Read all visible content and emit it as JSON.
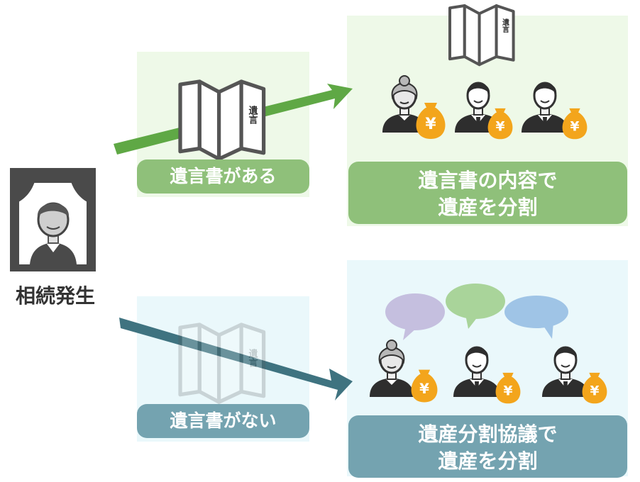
{
  "diagram": {
    "start_label": "相続発生",
    "will_exists": {
      "condition_label": "遺言書がある",
      "result_line1": "遺言書の内容で",
      "result_line2": "遺産を分割"
    },
    "no_will": {
      "condition_label": "遺言書がない",
      "result_line1": "遺産分割協議で",
      "result_line2": "遺産を分割"
    },
    "document_label": "遺言",
    "money_symbol": "¥",
    "colors": {
      "green_arrow": "#5fa845",
      "blue_arrow": "#3f7380",
      "green_pill": "#8fc07a",
      "blue_pill": "#74a3b0",
      "money": "#f3a51c",
      "bubble_purple": "#c5bfdf",
      "bubble_green": "#a9d49a",
      "bubble_blue": "#9fc4e6"
    }
  }
}
